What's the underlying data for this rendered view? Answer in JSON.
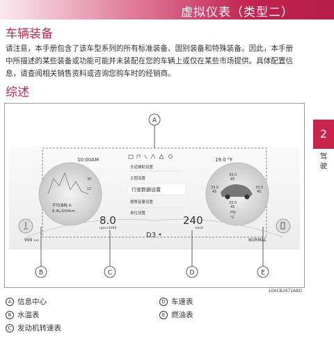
{
  "header": {
    "title": "虚拟仪表（类型二）"
  },
  "section1": {
    "title": "车辆装备"
  },
  "intro": {
    "lines": [
      "请注意，本手册包含了该车型系列的所有标准装备、国别装备和特殊装备。因此，本手册",
      "中所描述的某些装备或功能可能并未装配在您的车辆上或仅在某些市场提供。具体配置信",
      "息，请查阅相关销售资料或咨询您购车时的经销商。"
    ]
  },
  "section2": {
    "title": "综述"
  },
  "side_tab": {
    "number": "2",
    "label_1": "驾",
    "label_2": "驶"
  },
  "dashboard": {
    "time": "10:00AM",
    "temperature": "19.0 °F",
    "menu": [
      "车道辅助设置",
      "主题设置",
      "行驶数据设置",
      "报警音量设置",
      "单位设置"
    ],
    "consumption_label": "平均油耗 A",
    "consumption_value": "8.4L/100km",
    "rpm_value": "8.0",
    "rpm_unit": "rpm×1000",
    "speed_value": "240",
    "speed_unit": "km/h",
    "gear": "D3",
    "odometer": "999",
    "odometer_unit": "km",
    "drive_mode": "NORMAL",
    "tire_front_left": "33.0",
    "tire_front_right": "33.0",
    "tire_rear_left": "33.0",
    "tire_rear_right": "33.0",
    "tire_front_sub": "45",
    "tire_mid_left": "45",
    "tire_mid_right": "45",
    "tire_rear_sub": "45",
    "tire_unit": "PSI",
    "tire_temp_unit": "°C",
    "gauge_max": "30",
    "gauge_mid": "12"
  },
  "callouts": {
    "a": "A",
    "b": "B",
    "c": "C",
    "d": "D",
    "e": "E"
  },
  "figure_code": "1D6CB2671ABD",
  "legend": [
    {
      "key": "A",
      "label": "信息中心"
    },
    {
      "key": "D",
      "label": "车速表"
    },
    {
      "key": "B",
      "label": "水温表"
    },
    {
      "key": "E",
      "label": "燃油表"
    },
    {
      "key": "C",
      "label": "发动机转速表"
    }
  ]
}
